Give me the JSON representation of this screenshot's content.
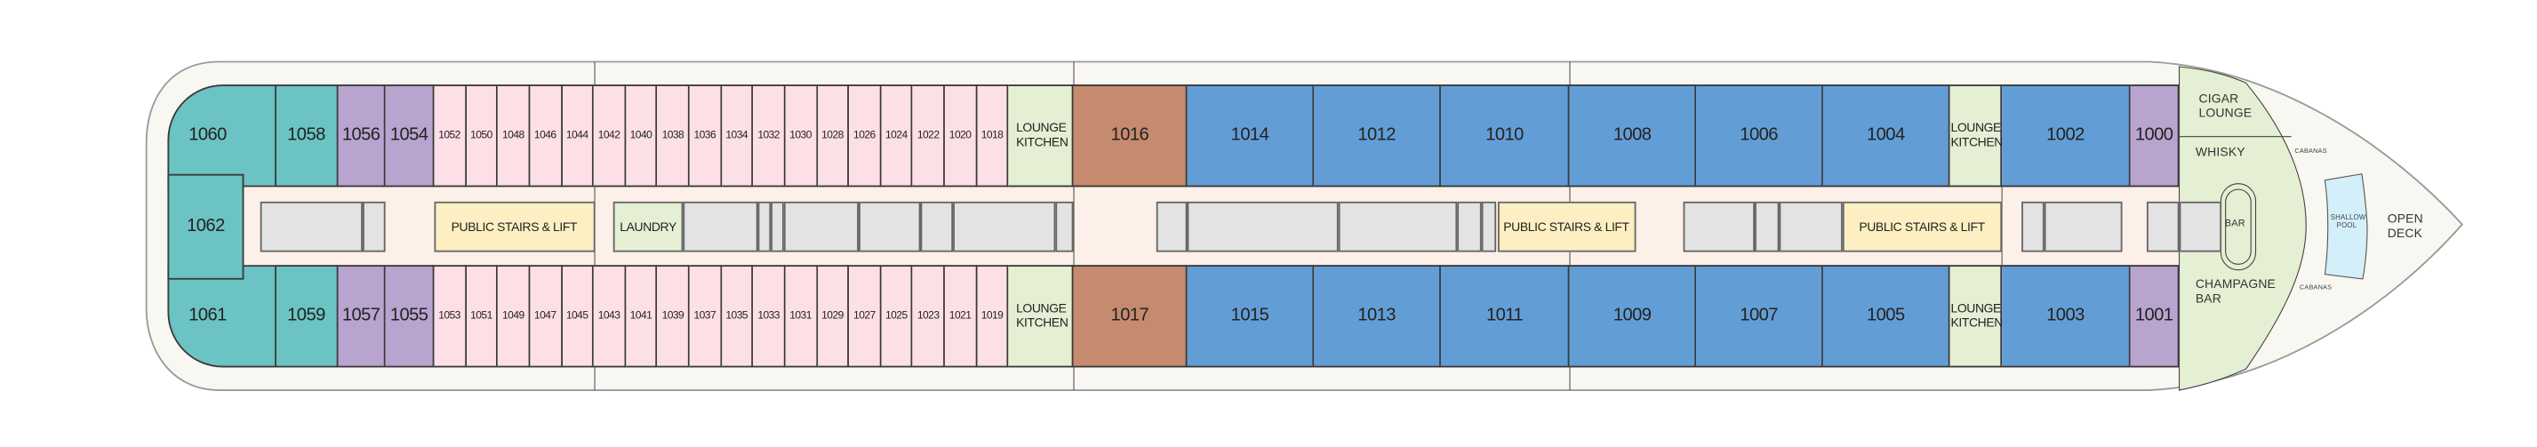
{
  "colors": {
    "hull": "#f9f7f1",
    "corridor": "#fdf0e8",
    "teal": "#6cc3c3",
    "purple": "#b9a3cf",
    "pink": "#fde0e6",
    "lounge": "#e5efd3",
    "brown": "#c68a6e",
    "blue": "#639dd6",
    "grey": "#e3e3e3",
    "stairs": "#fdefc1",
    "pool": "#d3effa",
    "outline": "#3a3a3a"
  },
  "top_row": [
    {
      "label": "1060",
      "category": "teal"
    },
    {
      "label": "1058",
      "category": "teal"
    },
    {
      "label": "1056",
      "category": "purple"
    },
    {
      "label": "1054",
      "category": "purple"
    },
    {
      "label": "1052",
      "category": "pink"
    },
    {
      "label": "1050",
      "category": "pink"
    },
    {
      "label": "1048",
      "category": "pink"
    },
    {
      "label": "1046",
      "category": "pink"
    },
    {
      "label": "1044",
      "category": "pink"
    },
    {
      "label": "1042",
      "category": "pink"
    },
    {
      "label": "1040",
      "category": "pink"
    },
    {
      "label": "1038",
      "category": "pink"
    },
    {
      "label": "1036",
      "category": "pink"
    },
    {
      "label": "1034",
      "category": "pink"
    },
    {
      "label": "1032",
      "category": "pink"
    },
    {
      "label": "1030",
      "category": "pink"
    },
    {
      "label": "1028",
      "category": "pink"
    },
    {
      "label": "1026",
      "category": "pink"
    },
    {
      "label": "1024",
      "category": "pink"
    },
    {
      "label": "1022",
      "category": "pink"
    },
    {
      "label": "1020",
      "category": "pink"
    },
    {
      "label": "1018",
      "category": "pink"
    },
    {
      "label": "LOUNGE KITCHEN",
      "category": "lounge"
    },
    {
      "label": "1016",
      "category": "brown"
    },
    {
      "label": "1014",
      "category": "blue"
    },
    {
      "label": "1012",
      "category": "blue"
    },
    {
      "label": "1010",
      "category": "blue"
    },
    {
      "label": "1008",
      "category": "blue"
    },
    {
      "label": "1006",
      "category": "blue"
    },
    {
      "label": "1004",
      "category": "blue"
    },
    {
      "label": "LOUNGE KITCHEN",
      "category": "lounge"
    },
    {
      "label": "1002",
      "category": "blue"
    },
    {
      "label": "1000",
      "category": "purple"
    }
  ],
  "bottom_row": [
    {
      "label": "1061",
      "category": "teal"
    },
    {
      "label": "1059",
      "category": "teal"
    },
    {
      "label": "1057",
      "category": "purple"
    },
    {
      "label": "1055",
      "category": "purple"
    },
    {
      "label": "1053",
      "category": "pink"
    },
    {
      "label": "1051",
      "category": "pink"
    },
    {
      "label": "1049",
      "category": "pink"
    },
    {
      "label": "1047",
      "category": "pink"
    },
    {
      "label": "1045",
      "category": "pink"
    },
    {
      "label": "1043",
      "category": "pink"
    },
    {
      "label": "1041",
      "category": "pink"
    },
    {
      "label": "1039",
      "category": "pink"
    },
    {
      "label": "1037",
      "category": "pink"
    },
    {
      "label": "1035",
      "category": "pink"
    },
    {
      "label": "1033",
      "category": "pink"
    },
    {
      "label": "1031",
      "category": "pink"
    },
    {
      "label": "1029",
      "category": "pink"
    },
    {
      "label": "1027",
      "category": "pink"
    },
    {
      "label": "1025",
      "category": "pink"
    },
    {
      "label": "1023",
      "category": "pink"
    },
    {
      "label": "1021",
      "category": "pink"
    },
    {
      "label": "1019",
      "category": "pink"
    },
    {
      "label": "LOUNGE KITCHEN",
      "category": "lounge"
    },
    {
      "label": "1017",
      "category": "brown"
    },
    {
      "label": "1015",
      "category": "blue"
    },
    {
      "label": "1013",
      "category": "blue"
    },
    {
      "label": "1011",
      "category": "blue"
    },
    {
      "label": "1009",
      "category": "blue"
    },
    {
      "label": "1007",
      "category": "blue"
    },
    {
      "label": "1005",
      "category": "blue"
    },
    {
      "label": "LOUNGE KITCHEN",
      "category": "lounge"
    },
    {
      "label": "1003",
      "category": "blue"
    },
    {
      "label": "1001",
      "category": "purple"
    }
  ],
  "aft_cabin": {
    "label": "1062",
    "category": "teal"
  },
  "corridor": {
    "stairs_label": "PUBLIC STAIRS & LIFT",
    "laundry_label": "LAUNDRY"
  },
  "bow": {
    "cigar_lounge": "CIGAR LOUNGE",
    "whisky": "WHISKY",
    "bar": "BAR",
    "champagne_bar": "CHAMPAGNE BAR",
    "cabanas_top": "CABANAS",
    "cabanas_bottom": "CABANAS",
    "pool": "SHALLOW POOL",
    "open_deck": "OPEN DECK"
  }
}
